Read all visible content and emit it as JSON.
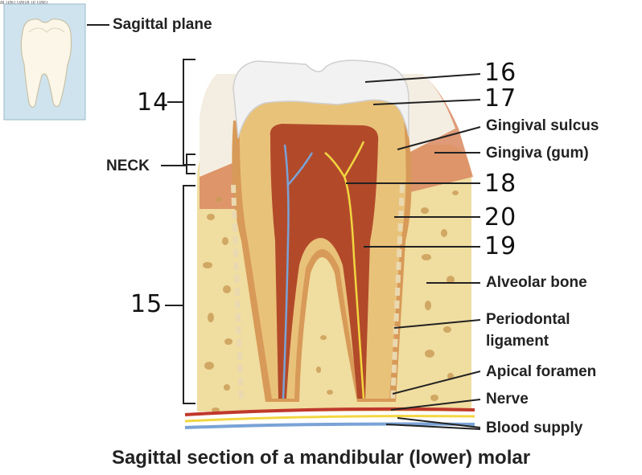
{
  "caption": "Sagittal section of a mandibular (lower) molar",
  "header_text": "ai uau uaua ui uaiu",
  "inset_label": "Sagittal plane",
  "left_labels": {
    "crown": "14",
    "neck": "NECK",
    "root": "15"
  },
  "right_labels": {
    "enamel": "16",
    "dentin": "17",
    "gingival_sulcus": "Gingival sulcus",
    "gingiva": "Gingiva (gum)",
    "pulp_cavity": "18",
    "cementum": "20",
    "root_canal": "19",
    "alveolar_bone": "Alveolar bone",
    "periodontal_line1": "Periodontal",
    "periodontal_line2": "ligament",
    "apical_foramen": "Apical foramen",
    "nerve": "Nerve",
    "blood_supply": "Blood supply"
  },
  "colors": {
    "enamel": "#f2f2f2",
    "dentin": "#e9c27a",
    "pulp": "#b24a2a",
    "bone": "#f0dda0",
    "gingiva": "#d47d55",
    "nerve": "#f2d640",
    "vein": "#7aa3d6",
    "inset_bg": "#cfe3ee"
  }
}
